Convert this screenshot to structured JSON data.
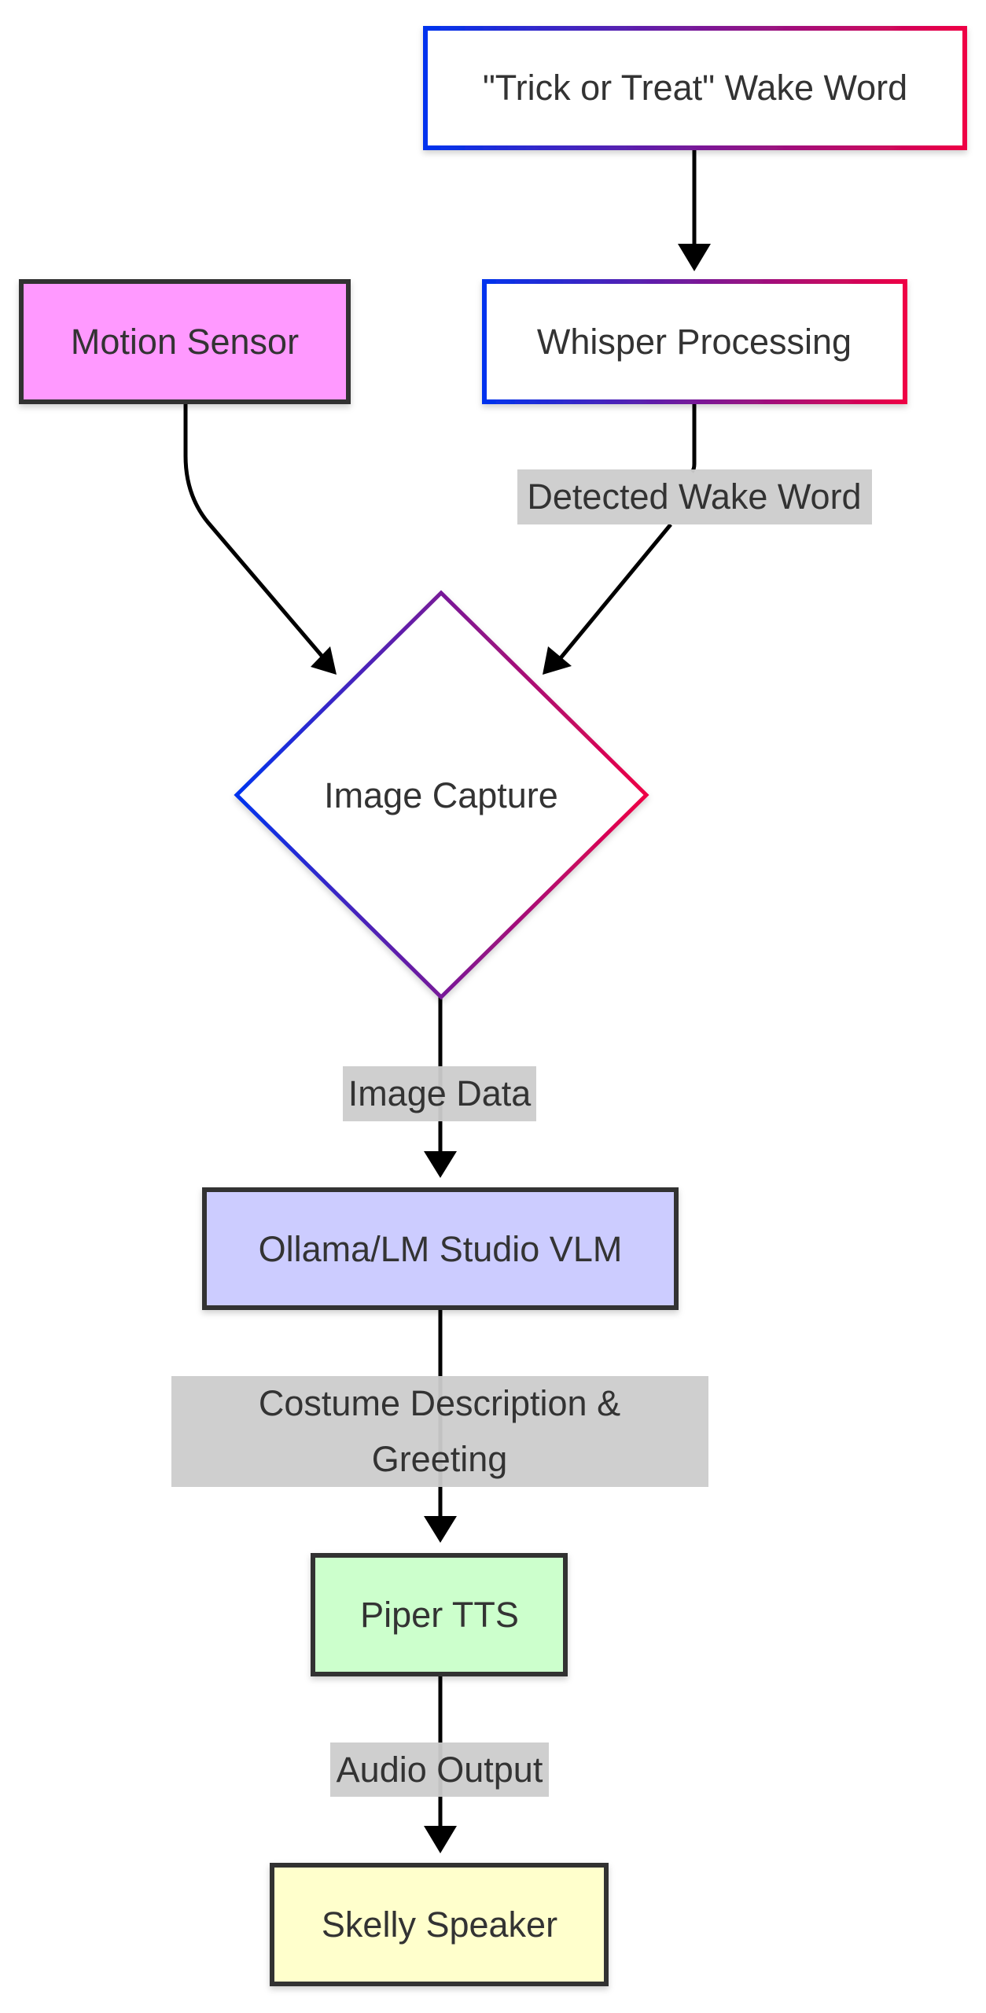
{
  "diagram": {
    "type": "flowchart",
    "colors": {
      "gradient_start": "#0033ee",
      "gradient_end": "#ee0044",
      "edge": "#000000",
      "node_border": "#333333",
      "label_bg": "#cccccc",
      "text": "#333333"
    },
    "nodes": {
      "wake_word": {
        "label": "\"Trick or Treat\" Wake Word",
        "fill": "#ffffff",
        "style": "gradient"
      },
      "whisper": {
        "label": "Whisper Processing",
        "fill": "#ffffff",
        "style": "gradient"
      },
      "motion": {
        "label": "Motion Sensor",
        "fill": "#ff99ff",
        "style": "solid"
      },
      "capture": {
        "label": "Image Capture",
        "fill": "#ffffff",
        "style": "gradient-diamond"
      },
      "vlm": {
        "label": "Ollama/LM Studio VLM",
        "fill": "#ccccff",
        "style": "solid"
      },
      "tts": {
        "label": "Piper TTS",
        "fill": "#ccffcc",
        "style": "solid"
      },
      "speaker": {
        "label": "Skelly Speaker",
        "fill": "#ffffcc",
        "style": "solid"
      }
    },
    "edges": [
      {
        "from": "wake_word",
        "to": "whisper",
        "label": ""
      },
      {
        "from": "whisper",
        "to": "capture",
        "label": "Detected Wake Word"
      },
      {
        "from": "motion",
        "to": "capture",
        "label": ""
      },
      {
        "from": "capture",
        "to": "vlm",
        "label": "Image Data"
      },
      {
        "from": "vlm",
        "to": "tts",
        "label_lines": [
          "Costume Description &",
          "Greeting"
        ]
      },
      {
        "from": "tts",
        "to": "speaker",
        "label": "Audio Output"
      }
    ]
  }
}
